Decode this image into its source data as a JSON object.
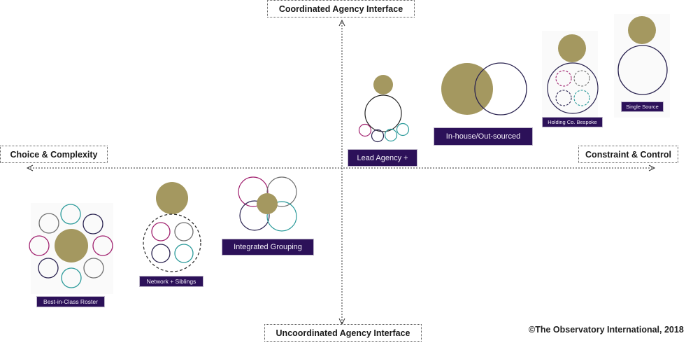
{
  "axes": {
    "top": "Coordinated Agency Interface",
    "bottom": "Uncoordinated Agency Interface",
    "left": "Choice & Complexity",
    "right": "Constraint & Control"
  },
  "models": {
    "best_in_class": "Best-in-Class Roster",
    "network_siblings": "Network + Siblings",
    "integrated_grouping": "Integrated Grouping",
    "lead_agency": "Lead Agency +",
    "inhouse_outsourced": "In-house/Out-sourced",
    "holding_co": "Holding Co. Bespoke",
    "single_source": "Single Source"
  },
  "credit": "©The Observatory International, 2018",
  "colors": {
    "gold": "#a49860",
    "purple_label": "#2c1159",
    "magenta": "#a0206e",
    "teal": "#2a9a9a",
    "navy": "#2a2350",
    "grey": "#6f6f6f"
  }
}
